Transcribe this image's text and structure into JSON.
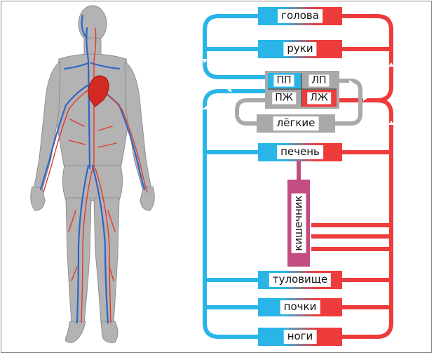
{
  "colors": {
    "arterial": "#ee3b3b",
    "venous": "#29b5e8",
    "pulmonary": "#a9a9a9",
    "intestine": "#c34d80",
    "body": "#b3b3b3"
  },
  "organs": {
    "head": "голова",
    "arms": "руки",
    "lungs": "лёгкие",
    "liver": "печень",
    "intestine": "кишечник",
    "trunk": "туловище",
    "kidneys": "почки",
    "legs": "ноги"
  },
  "heart": {
    "right_atrium": "ПП",
    "left_atrium": "ЛП",
    "right_ventricle": "ПЖ",
    "left_ventricle": "ЛЖ"
  }
}
